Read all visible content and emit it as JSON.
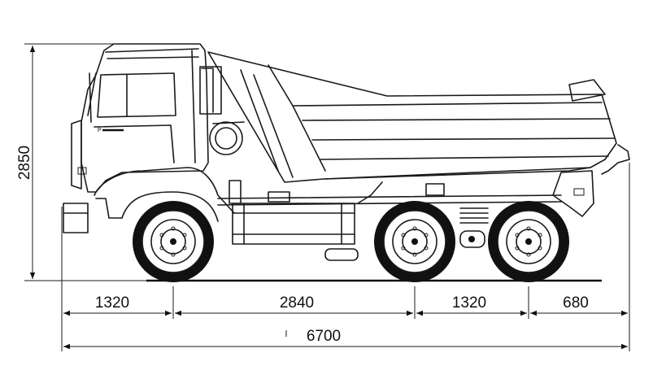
{
  "drawing": {
    "title": "",
    "units": "",
    "height": "2850",
    "segments": [
      "1320",
      "2840",
      "1320",
      "680"
    ],
    "overall_length": "6700"
  }
}
